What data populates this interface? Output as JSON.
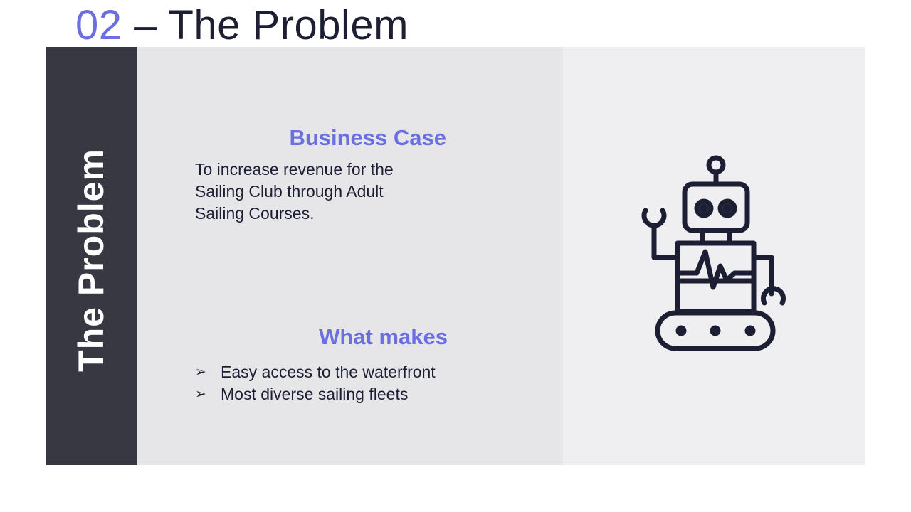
{
  "title": {
    "number": "02",
    "text": " – The Problem"
  },
  "sidebar": {
    "label": "The Problem"
  },
  "sections": {
    "business_case": {
      "heading": "Business Case",
      "body": "To increase revenue for the Sailing Club through Adult Sailing Courses."
    },
    "what_makes": {
      "heading": "What makes",
      "bullets": [
        "Easy access to the waterfront",
        "Most diverse sailing fleets"
      ],
      "bullet_glyph": "➢"
    }
  },
  "illustration": {
    "icon": "robot-icon"
  },
  "colors": {
    "accent": "#6b6fe0",
    "dark_text": "#1c1f33",
    "sidebar_bg": "#383843",
    "content_bg": "#e6e6e9",
    "image_bg": "#efeff1"
  }
}
